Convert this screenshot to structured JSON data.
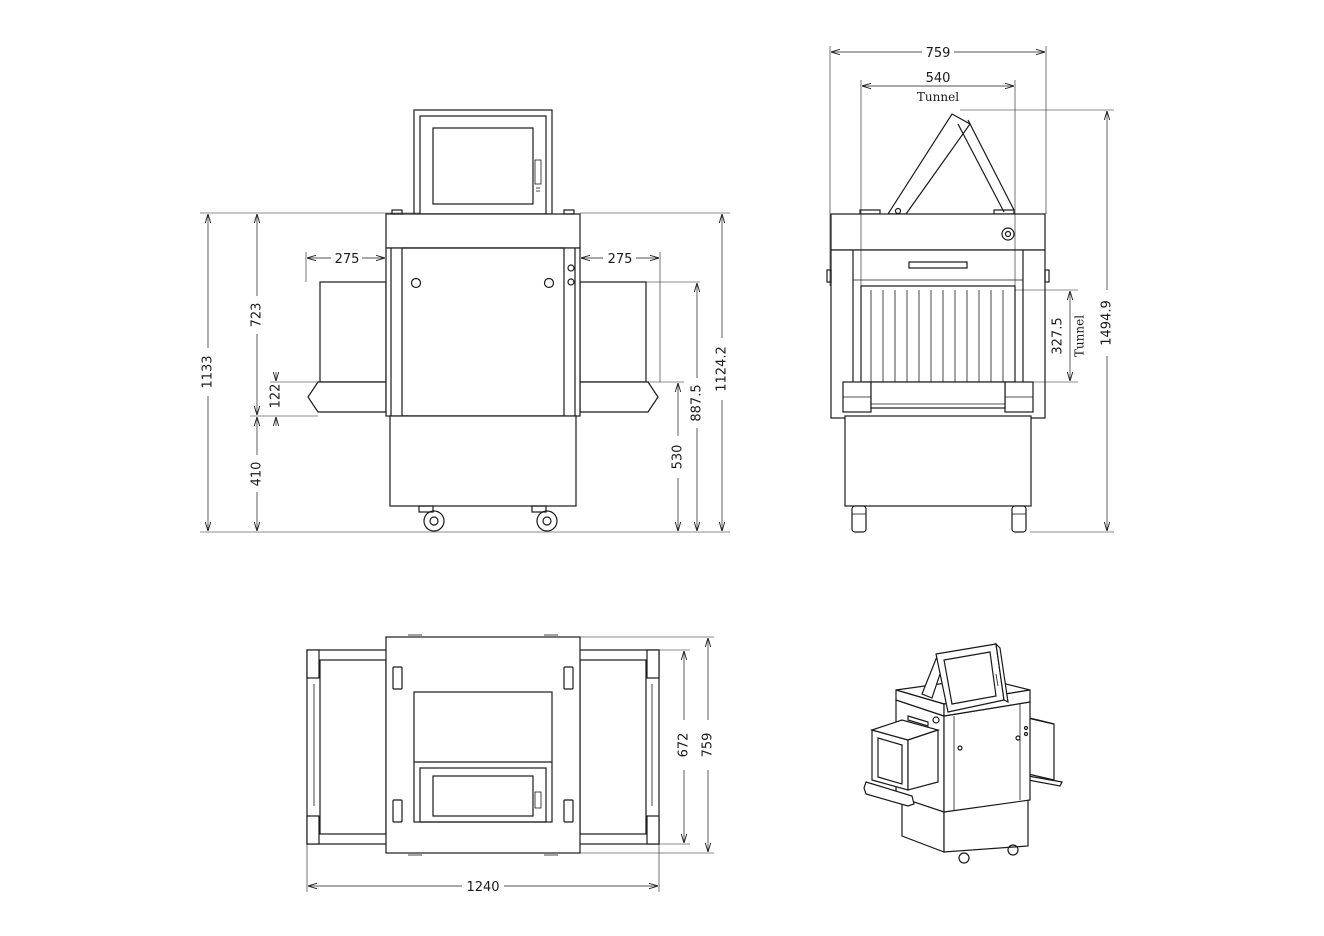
{
  "front_view": {
    "dims": {
      "width_left": "275",
      "width_right": "275",
      "total_height": "1133",
      "upper_height": "723",
      "belt_gap": "122",
      "base_height": "410",
      "belt_height": "530",
      "conveyor_height": "887.5",
      "cabinet_height": "1124.2"
    }
  },
  "side_view": {
    "dims": {
      "overall_width": "759",
      "tunnel_width": "540",
      "tunnel_width_label": "Tunnel",
      "tunnel_height": "327.5",
      "tunnel_height_label": "Tunnel",
      "overall_height": "1494.9"
    }
  },
  "top_view": {
    "dims": {
      "inner_depth": "672",
      "outer_depth": "759",
      "overall_length": "1240"
    }
  },
  "iso_view": {}
}
